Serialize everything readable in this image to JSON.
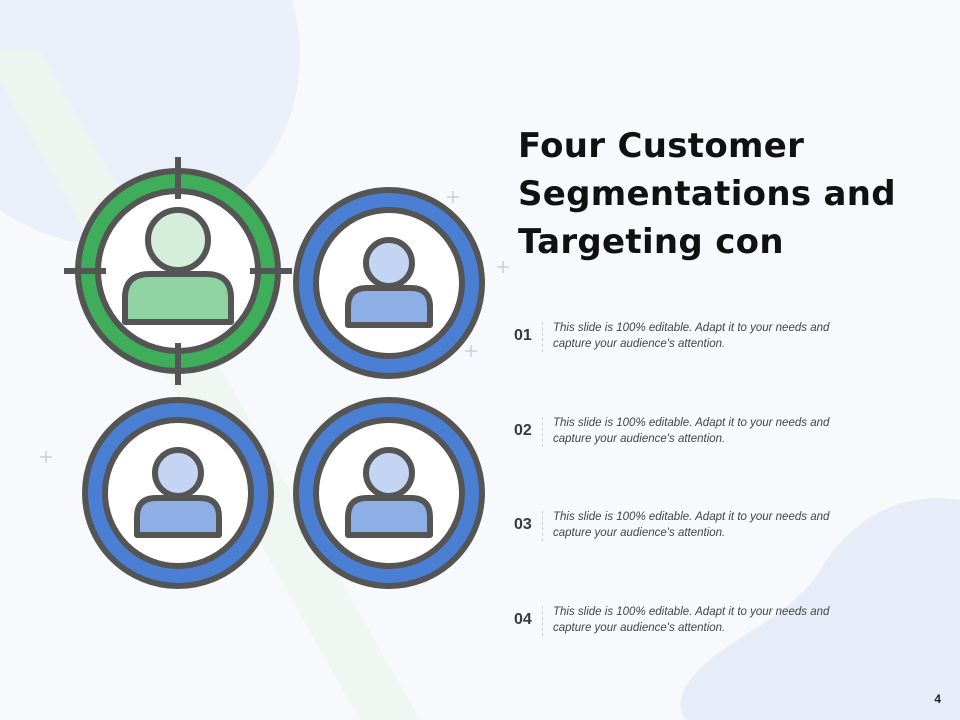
{
  "slide": {
    "title": "Four Customer Segmentations and Targeting con",
    "page_number": "4"
  },
  "items": [
    {
      "number": "01",
      "text": "This slide is 100% editable. Adapt it to your needs and capture your audience's attention."
    },
    {
      "number": "02",
      "text": "This slide is 100% editable. Adapt it to your needs and capture your audience's attention."
    },
    {
      "number": "03",
      "text": "This slide is 100% editable. Adapt it to your needs and capture your audience's attention."
    },
    {
      "number": "04",
      "text": "This slide is 100% editable. Adapt it to your needs and capture your audience's attention."
    }
  ],
  "icons": [
    {
      "name": "target-user-icon",
      "ring_color": "#3fae5a",
      "fill_color": "#8fd3a3",
      "head_color": "#d4eedb"
    },
    {
      "name": "user-circle-icon",
      "ring_color": "#4a7fd4",
      "fill_color": "#8eaee6",
      "head_color": "#c3d5f3"
    },
    {
      "name": "user-circle-icon",
      "ring_color": "#4a7fd4",
      "fill_color": "#8eaee6",
      "head_color": "#c3d5f3"
    },
    {
      "name": "user-circle-icon",
      "ring_color": "#4a7fd4",
      "fill_color": "#8eaee6",
      "head_color": "#c3d5f3"
    }
  ],
  "colors": {
    "outline": "#555555",
    "background": "#f7f9fd",
    "accent_green": "#3fae5a",
    "accent_blue": "#4a7fd4"
  }
}
